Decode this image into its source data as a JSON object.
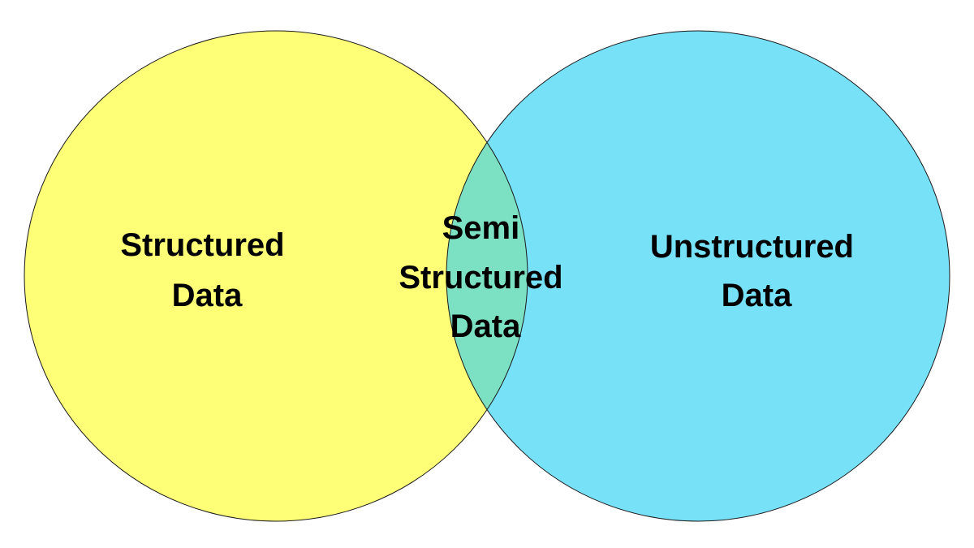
{
  "diagram": {
    "type": "venn",
    "sets": [
      {
        "id": "structured",
        "label_lines": [
          "Structured",
          "Data"
        ],
        "color": "#ffff77"
      },
      {
        "id": "unstructured",
        "label_lines": [
          "Unstructured",
          "Data"
        ],
        "color": "#77e1f8"
      }
    ],
    "intersection": {
      "label_lines": [
        "Semi",
        "Structured",
        "Data"
      ],
      "color": "#7be1c2"
    },
    "outline_color": "#1a1a1a"
  }
}
